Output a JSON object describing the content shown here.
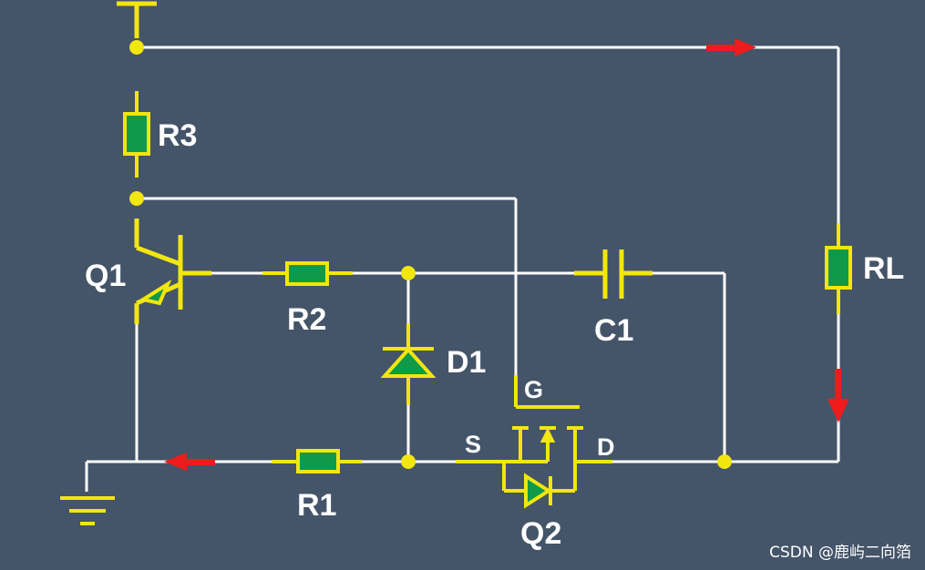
{
  "labels": {
    "r3": "R3",
    "q1": "Q1",
    "r2": "R2",
    "d1": "D1",
    "c1": "C1",
    "rl": "RL",
    "r1": "R1",
    "q2": "Q2",
    "gate": "G",
    "source": "S",
    "drain": "D"
  },
  "watermark": "CSDN @鹿屿二向箔",
  "colors": {
    "background": "#445469",
    "wire": "#ffffff",
    "lead": "#f2e60f",
    "component_fill": "#0f9a4a",
    "arrow": "#ee1c1c",
    "text": "#ffffff"
  }
}
